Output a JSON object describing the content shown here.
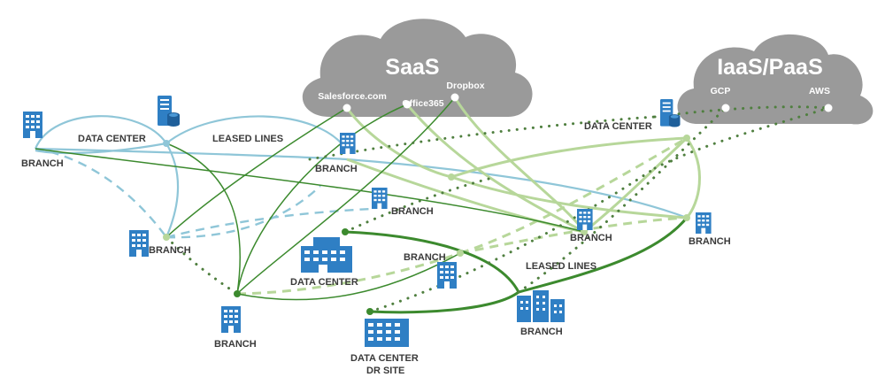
{
  "clouds": {
    "saas": {
      "title": "SaaS",
      "services": [
        "Salesforce.com",
        "Office365",
        "Dropbox"
      ]
    },
    "iaas": {
      "title": "IaaS/PaaS",
      "services": [
        "GCP",
        "AWS"
      ]
    }
  },
  "labels": {
    "data_center_left": "DATA CENTER",
    "leased_lines_top": "LEASED LINES",
    "data_center_right": "DATA CENTER",
    "data_center_center": "DATA CENTER",
    "leased_lines_bottom": "LEASED LINES",
    "data_center_dr": "DATA CENTER",
    "dr_site": "DR SITE",
    "branch_top_left": "BRANCH",
    "branch_upper_center": "BRANCH",
    "branch_center": "BRANCH",
    "branch_left": "BRANCH",
    "branch_mid_right": "BRANCH",
    "branch_right": "BRANCH",
    "branch_bottom_center": "BRANCH",
    "branch_bottom_left": "BRANCH",
    "branch_bottom_right": "BRANCH"
  },
  "colors": {
    "cloud": "#9a9a9a",
    "icon_blue": "#2f7fc4",
    "link_light_blue": "#8fc6d8",
    "link_light_green": "#b7d79a",
    "link_dark_green": "#3c8a2e",
    "link_dotted": "#4f7f3f"
  }
}
